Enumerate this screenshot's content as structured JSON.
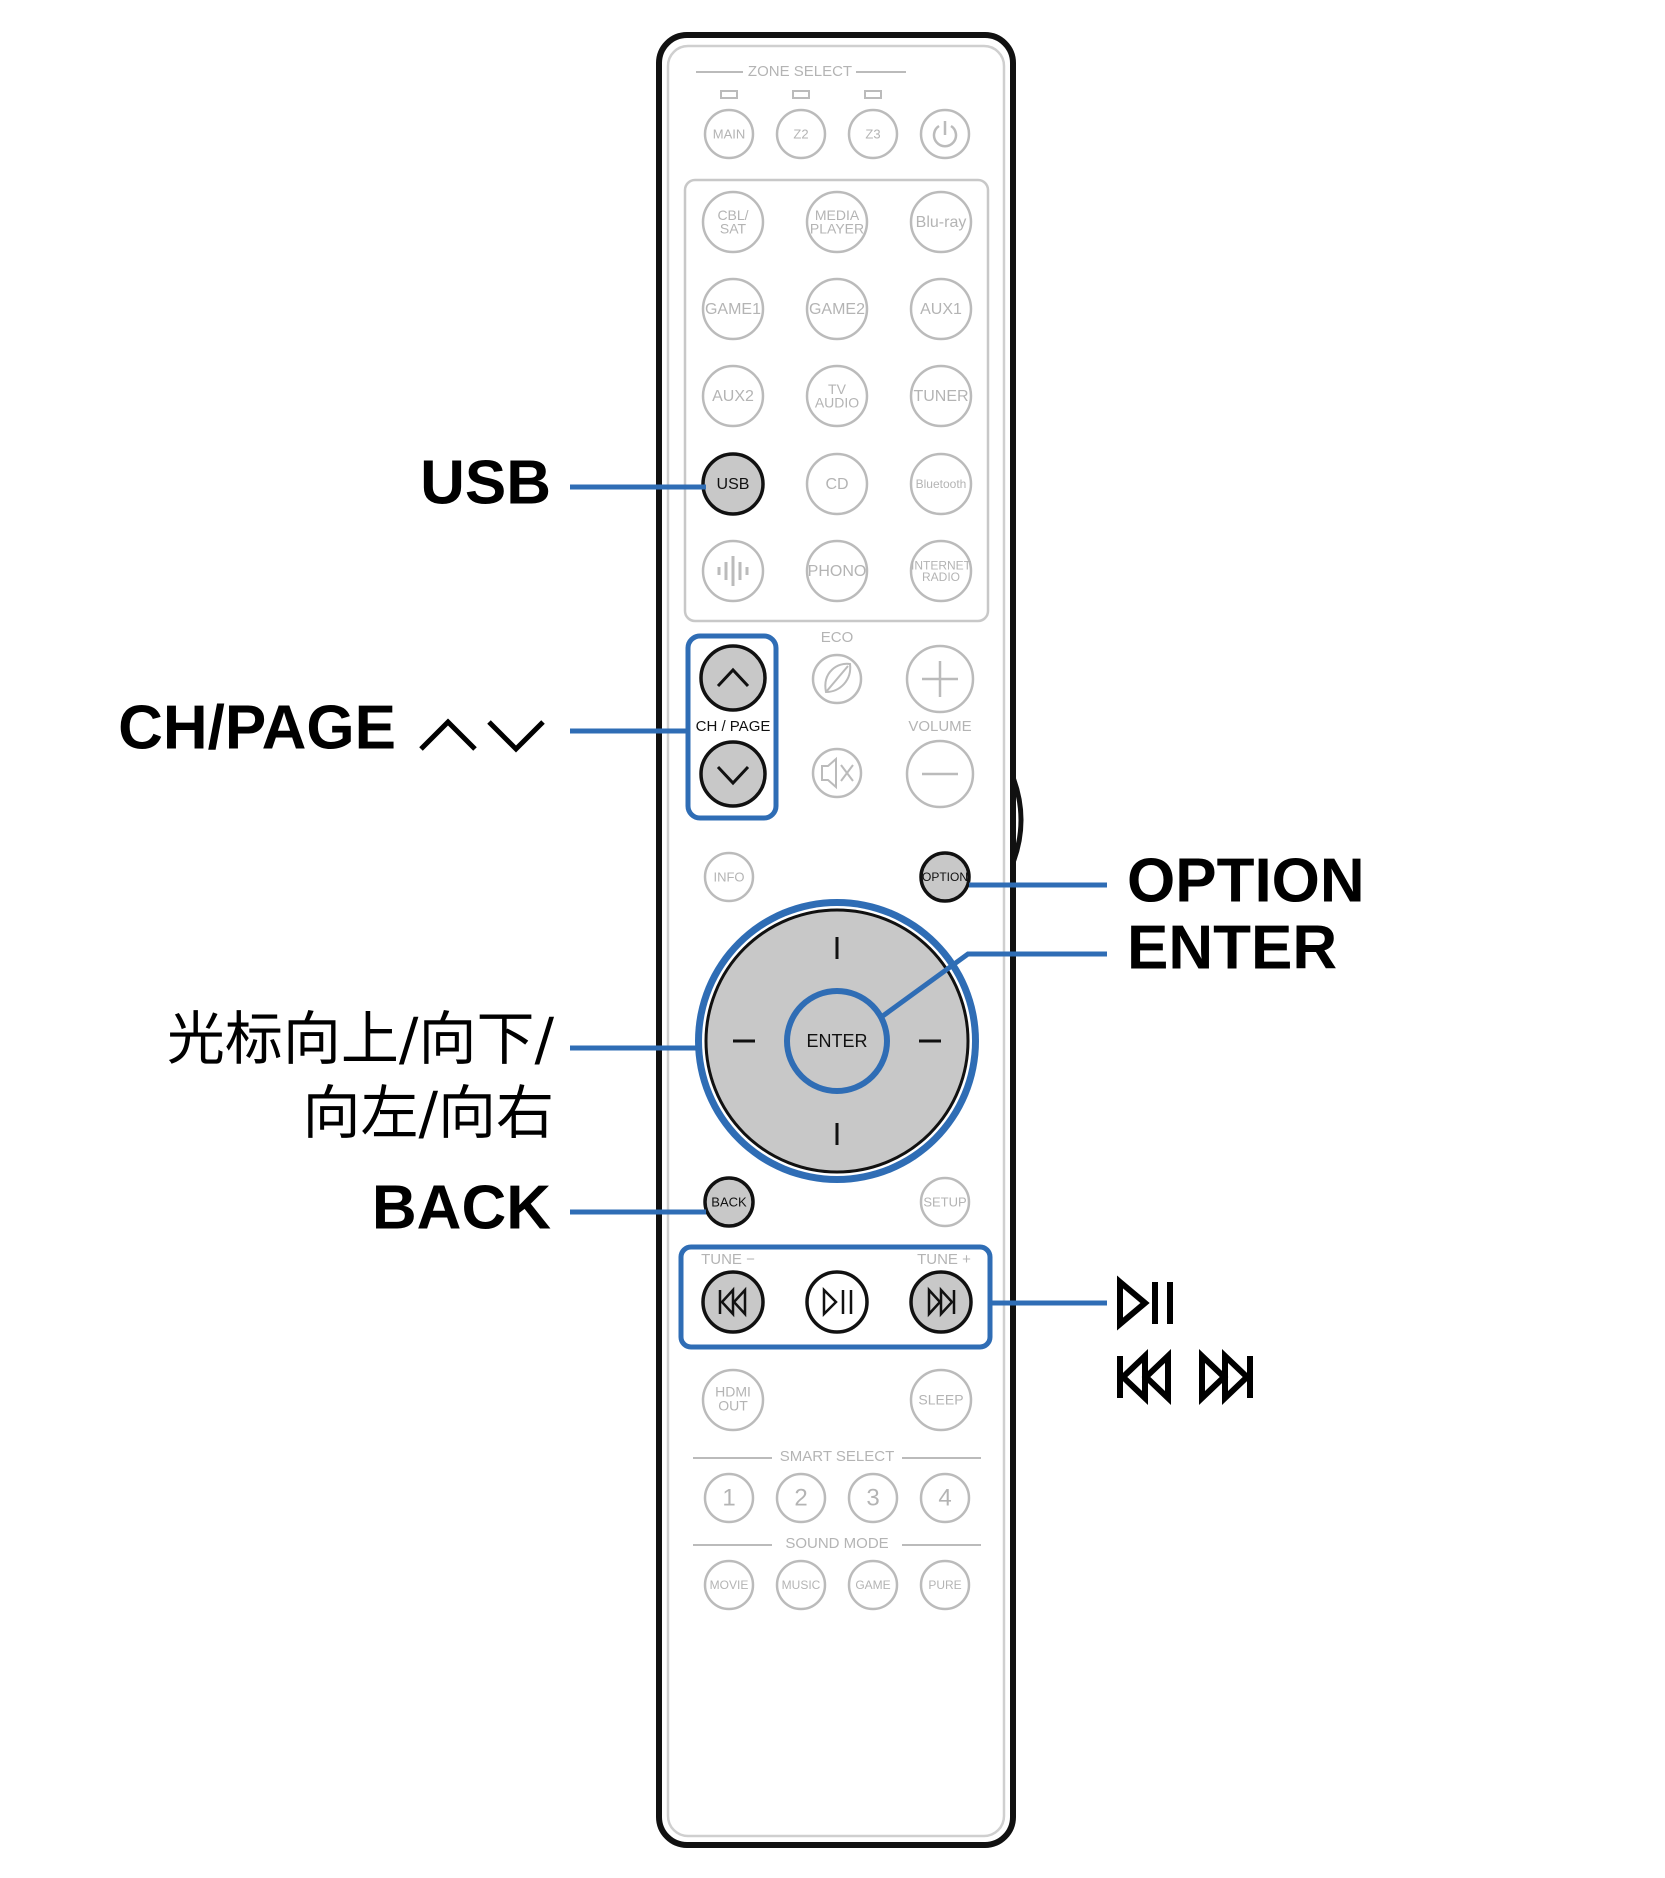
{
  "remote": {
    "zone_select_label": "ZONE SELECT",
    "zone_buttons": [
      "MAIN",
      "Z2",
      "Z3"
    ],
    "power_icon": "power-icon",
    "source_buttons": [
      [
        "CBL/",
        "SAT"
      ],
      [
        "MEDIA",
        "PLAYER"
      ],
      [
        "Blu-ray"
      ],
      [
        "GAME1"
      ],
      [
        "GAME2"
      ],
      [
        "AUX1"
      ],
      [
        "AUX2"
      ],
      [
        "TV",
        "AUDIO"
      ],
      [
        "TUNER"
      ],
      [
        "USB"
      ],
      [
        "CD"
      ],
      [
        "Bluetooth"
      ],
      [
        "heos-icon"
      ],
      [
        "PHONO"
      ],
      [
        "INTERNET",
        "RADIO"
      ]
    ],
    "eco_label": "ECO",
    "ch_page_label": "CH / PAGE",
    "volume_label": "VOLUME",
    "info_label": "INFO",
    "option_label": "OPTION",
    "enter_label": "ENTER",
    "back_label": "BACK",
    "setup_label": "SETUP",
    "tune_minus_label": "TUNE −",
    "tune_plus_label": "TUNE +",
    "hdmi_out_label": [
      "HDMI",
      "OUT"
    ],
    "sleep_label": "SLEEP",
    "smart_select_label": "SMART SELECT",
    "smart_buttons": [
      "1",
      "2",
      "3",
      "4"
    ],
    "sound_mode_label": "SOUND MODE",
    "sound_buttons": [
      "MOVIE",
      "MUSIC",
      "GAME",
      "PURE"
    ]
  },
  "callouts": {
    "usb": "USB",
    "ch_page": "CH/PAGE",
    "option": "OPTION",
    "enter": "ENTER",
    "cursor_line1": "光标向上/向下/",
    "cursor_line2": "向左/向右",
    "back": "BACK"
  },
  "colors": {
    "highlight": "#2f6db5",
    "active_fill": "#c8c8c8",
    "inactive": "#b4b4b4",
    "outline": "#111111"
  }
}
